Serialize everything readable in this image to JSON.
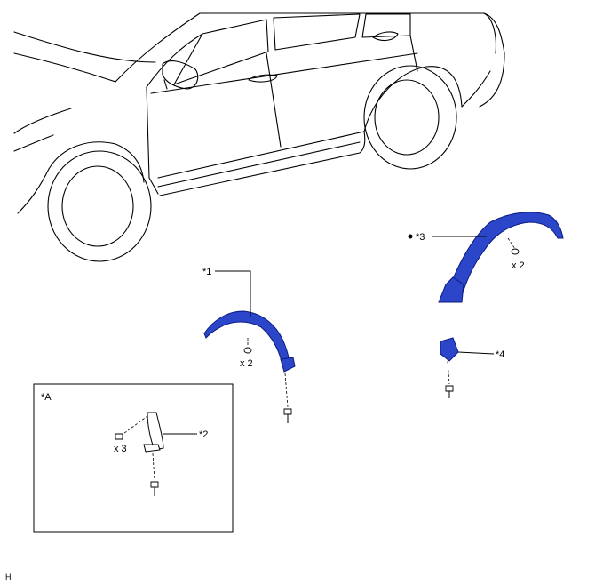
{
  "callouts": {
    "part1": "*1",
    "part2": "*2",
    "part3": "*3",
    "part4": "*4",
    "inset": "*A",
    "part3_marker": "●"
  },
  "quantities": {
    "part1_clips": "x 2",
    "part2_screws": "x 3",
    "part3_clips": "x 2"
  },
  "figure_code": "H",
  "colors": {
    "highlight": "#2b46c8",
    "line": "#000000"
  }
}
